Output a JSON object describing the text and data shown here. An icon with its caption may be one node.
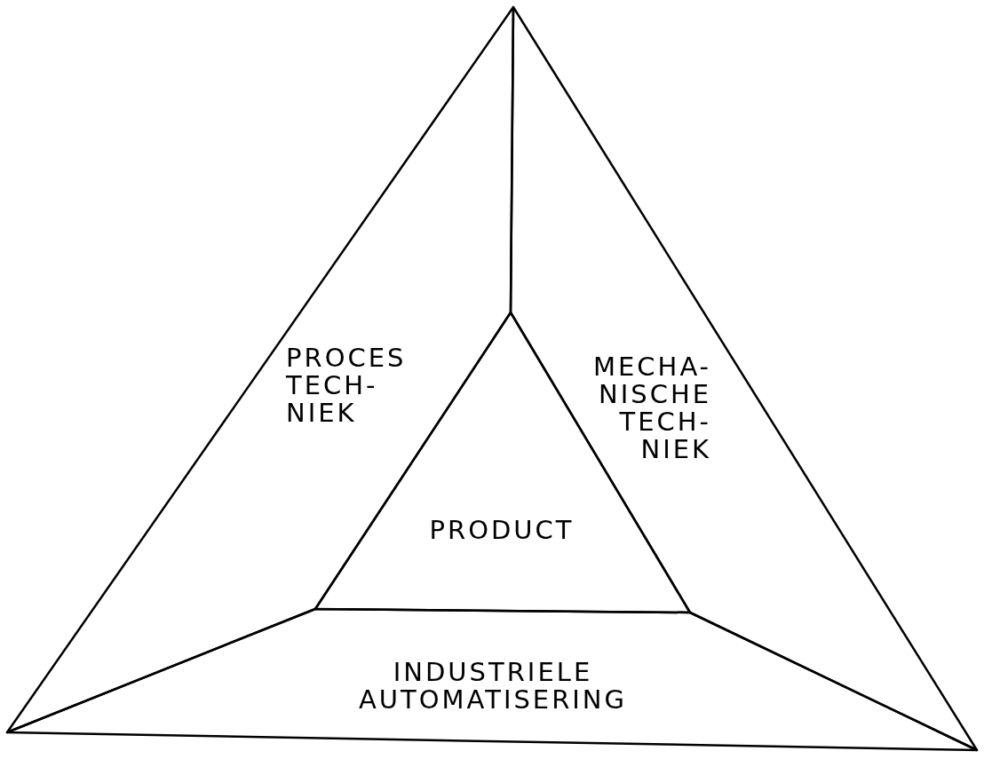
{
  "diagram": {
    "nodes": [
      {
        "text": [
          "PROCES TECH- NIEK"
        ]
      },
      {
        "text": [
          "MECHA- NISCHE TECH- NIEK"
        ]
      },
      {
        "text": [
          "PRODUCT"
        ]
      },
      {
        "text": [
          "INDUSTRIELE AUTOMATISERING"
        ]
      }
    ]
  }
}
